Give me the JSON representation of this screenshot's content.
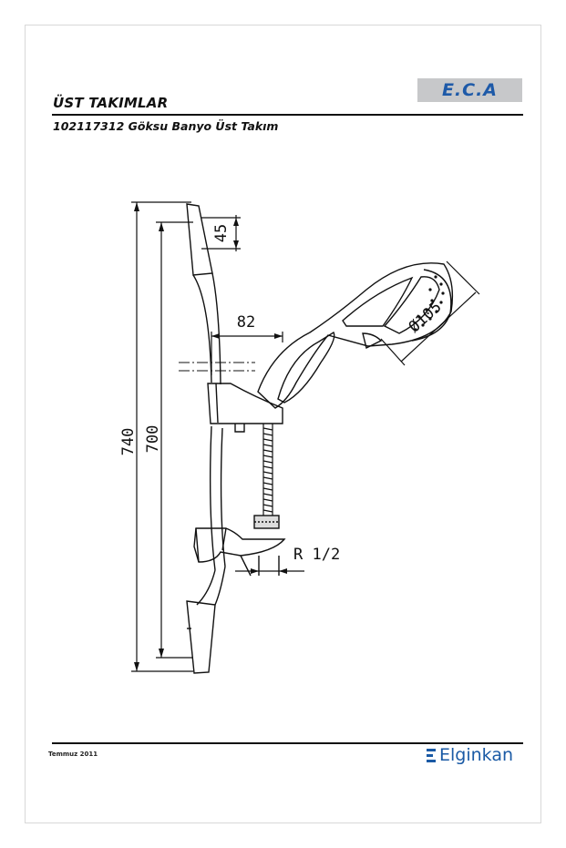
{
  "header": {
    "title": "ÜST TAKIMLAR",
    "subtitle": "102117312 Göksu Banyo Üst Takım"
  },
  "logo": {
    "text": "E.C.A",
    "color": "#1e5aa8",
    "background": "#c7c8ca"
  },
  "drawing": {
    "dimensions": {
      "total_height": "740",
      "bar_height": "700",
      "top_offset": "45",
      "arm_depth": "82",
      "head_diameter": "Ø105",
      "thread": "R 1/2"
    }
  },
  "footer": {
    "date": "Temmuz 2011",
    "brand": "Elginkan",
    "brand_color": "#1a5aa5"
  }
}
